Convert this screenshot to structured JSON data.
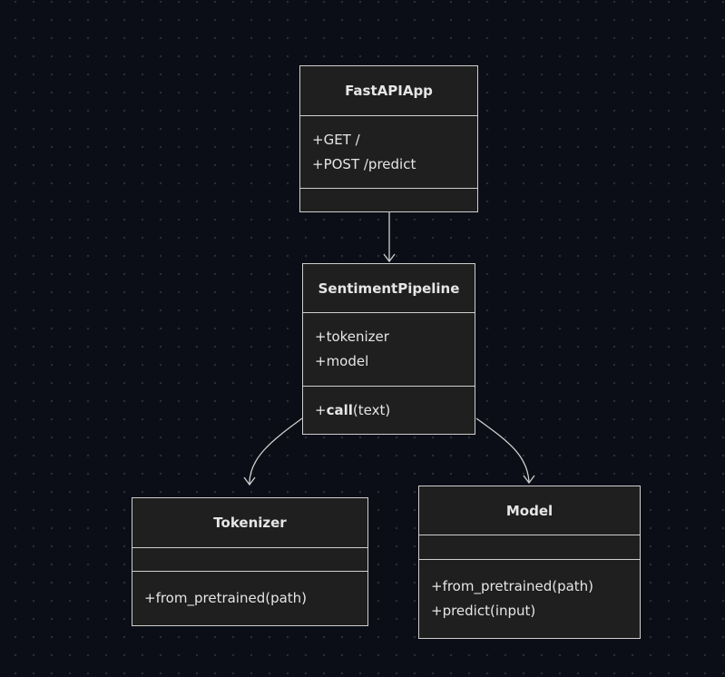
{
  "classes": {
    "fastapiapp": {
      "name": "FastAPIApp",
      "attributes": [
        "+GET /",
        "+POST /predict"
      ],
      "methods": []
    },
    "sentimentpipeline": {
      "name": "SentimentPipeline",
      "attributes": [
        "+tokenizer",
        "+model"
      ],
      "methods": [
        {
          "prefix": "+",
          "name": "call",
          "args": "(text)"
        }
      ]
    },
    "tokenizer": {
      "name": "Tokenizer",
      "attributes": [],
      "methods": [
        "+from_pretrained(path)"
      ]
    },
    "model": {
      "name": "Model",
      "attributes": [],
      "methods": [
        "+from_pretrained(path)",
        "+predict(input)"
      ]
    }
  },
  "relations": [
    {
      "from": "FastAPIApp",
      "to": "SentimentPipeline",
      "type": "association"
    },
    {
      "from": "SentimentPipeline",
      "to": "Tokenizer",
      "type": "association"
    },
    {
      "from": "SentimentPipeline",
      "to": "Model",
      "type": "association"
    }
  ],
  "colors": {
    "background": "#0b0e16",
    "box_fill": "#1f1f1f",
    "box_border": "#cfcfcf",
    "text": "#e6e6e6",
    "edge": "#cfcfcf"
  }
}
